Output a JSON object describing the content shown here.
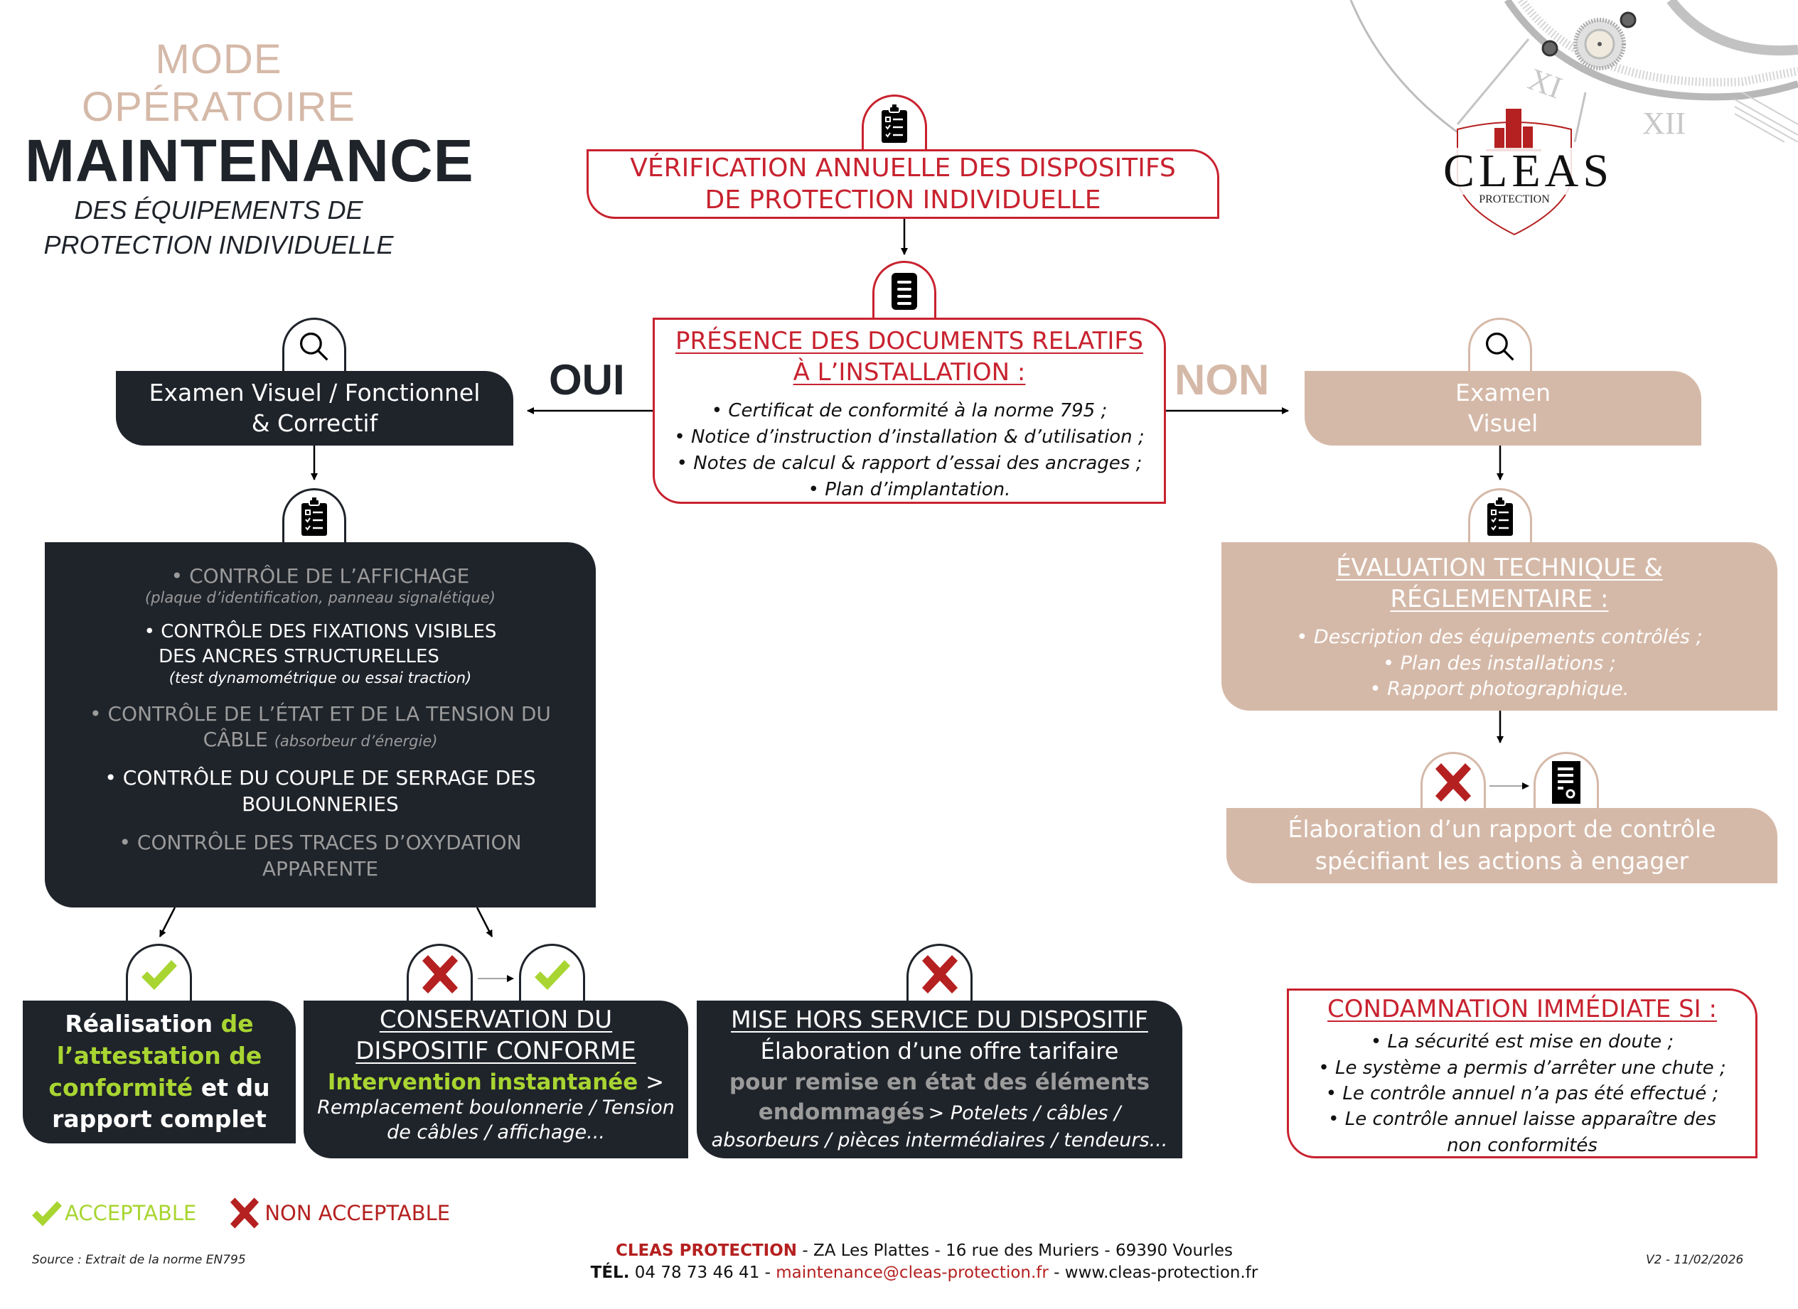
{
  "header": {
    "line1": "MODE OPÉRATOIRE",
    "line2": "MAINTENANCE",
    "line3": "DES ÉQUIPEMENTS DE",
    "line4": "PROTECTION INDIVIDUELLE"
  },
  "logo": {
    "name": "CLEAS",
    "tagline": "PROTECTION",
    "clock_numerals": [
      "XI",
      "XII"
    ]
  },
  "colors": {
    "red": "#c8222f",
    "dark": "#1f232a",
    "beige": "#d5b9a8",
    "green": "#a8d531",
    "cross_red": "#b52020"
  },
  "verification": {
    "line1": "VÉRIFICATION ANNUELLE DES DISPOSITIFS",
    "line2": "DE PROTECTION INDIVIDUELLE",
    "icon": "clipboard-checklist-icon"
  },
  "documents": {
    "title_line1": "PRÉSENCE DES DOCUMENTS RELATIFS",
    "title_line2": "À L’INSTALLATION :",
    "icon": "document-icon",
    "items": [
      "Certificat de conformité à la norme 795 ;",
      "Notice d’instruction d’installation & d’utilisation ;",
      "Notes de calcul & rapport d’essai des ancrages ;",
      "Plan d’implantation."
    ]
  },
  "branches": {
    "yes": "OUI",
    "no": "NON"
  },
  "left": {
    "exam_line1": "Examen Visuel / Fonctionnel",
    "exam_line2": "& Correctif",
    "controls": [
      {
        "main": "CONTRÔLE DE L’AFFICHAGE",
        "sub": "(plaque d’identification, panneau signalétique)"
      },
      {
        "main": "CONTRÔLE DES FIXATIONS VISIBLES",
        "main2": "DES ANCRES STRUCTURELLES",
        "sub": "(test dynamométrique ou essai traction)"
      },
      {
        "main": "CONTRÔLE DE L’ÉTAT ET DE LA TENSION DU",
        "main2": "CÂBLE",
        "sub": "(absorbeur d’énergie)"
      },
      {
        "main": "CONTRÔLE DU COUPLE DE SERRAGE DES",
        "main2": "BOULONNERIES"
      },
      {
        "main": "CONTRÔLE DES TRACES D’OXYDATION",
        "main2": "APPARENTE"
      }
    ]
  },
  "outcomes": {
    "acceptable": {
      "w1": "Réalisation",
      "w2": "de",
      "w3": "l’attestation de",
      "w4": "conformité",
      "w5": "et du",
      "w6": "rapport complet"
    },
    "conservation": {
      "title1": "CONSERVATION DU",
      "title2": "DISPOSITIF CONFORME",
      "highlight": "Intervention instantanée",
      "arrow": ">",
      "detail1": "Remplacement boulonnerie / Tension",
      "detail2": "de câbles / affichage..."
    },
    "hors_service": {
      "title": "MISE HORS SERVICE DU DISPOSITIF",
      "line1": "Élaboration d’une offre tarifaire",
      "line2": "pour remise en état des éléments",
      "line3a": "endommagés",
      "line3b": "> Potelets / câbles /",
      "line4": "absorbeurs / pièces intermédiaires / tendeurs..."
    }
  },
  "right": {
    "exam_line1": "Examen",
    "exam_line2": "Visuel",
    "eval_title1": "ÉVALUATION TECHNIQUE &",
    "eval_title2": "RÉGLEMENTAIRE :",
    "eval_items": [
      "Description des équipements contrôlés ;",
      "Plan des installations ;",
      "Rapport photographique."
    ],
    "report_line1": "Élaboration d’un rapport de contrôle",
    "report_line2": "spécifiant les actions à engager"
  },
  "condamnation": {
    "title": "CONDAMNATION IMMÉDIATE SI :",
    "items": [
      "La sécurité est mise en doute ;",
      "Le système a permis d’arrêter une chute ;",
      "Le contrôle annuel n’a pas été effectué ;",
      "Le contrôle annuel laisse apparaître des"
    ],
    "last_line": "non conformités"
  },
  "legend": {
    "acceptable": "ACCEPTABLE",
    "non_acceptable": "NON ACCEPTABLE"
  },
  "footer": {
    "source": "Source : Extrait de la norme EN795",
    "company": "CLEAS PROTECTION",
    "address": " - ZA Les Plattes - 16 rue des Muriers - 69390 Vourles",
    "tel_label": "TÉL.",
    "tel": " 04 78 73 46 41 - ",
    "email": "maintenance@cleas-protection.fr",
    "website": " - www.cleas-protection.fr",
    "version": "V2 - 11/02/2026"
  }
}
